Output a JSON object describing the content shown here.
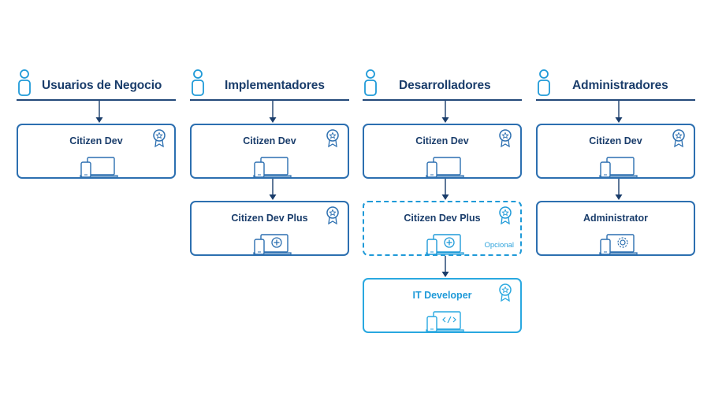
{
  "colors": {
    "navy": "#1a3d6b",
    "blue": "#2c6fb0",
    "bright": "#1f9ad8"
  },
  "columns": [
    {
      "title": "Usuarios de Negocio",
      "cards": [
        {
          "label": "Citizen Dev",
          "icon": "laptop-phone-icon"
        }
      ]
    },
    {
      "title": "Implementadores",
      "cards": [
        {
          "label": "Citizen Dev",
          "icon": "laptop-phone-icon"
        },
        {
          "label": "Citizen Dev Plus",
          "icon": "laptop-plus-icon"
        }
      ]
    },
    {
      "title": "Desarrolladores",
      "cards": [
        {
          "label": "Citizen Dev",
          "icon": "laptop-phone-icon"
        },
        {
          "label": "Citizen Dev Plus",
          "icon": "laptop-plus-icon",
          "note": "Opcional"
        },
        {
          "label": "IT Developer",
          "icon": "laptop-code-icon"
        }
      ]
    },
    {
      "title": "Administradores",
      "cards": [
        {
          "label": "Citizen Dev",
          "icon": "laptop-phone-icon"
        },
        {
          "label": "Administrator",
          "icon": "laptop-gear-icon"
        }
      ]
    }
  ]
}
